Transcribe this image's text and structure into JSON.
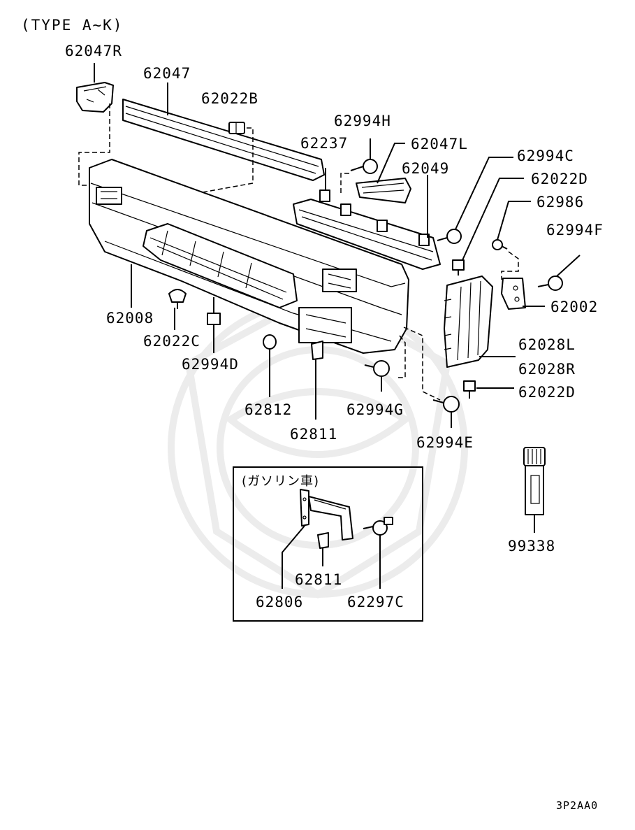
{
  "header": {
    "type_label": "(TYPE A~K)"
  },
  "labels": {
    "p62047R": "62047R",
    "p62047": "62047",
    "p62022B": "62022B",
    "p62994H": "62994H",
    "p62237": "62237",
    "p62047L": "62047L",
    "p62049": "62049",
    "p62994C": "62994C",
    "p62022D_a": "62022D",
    "p62986": "62986",
    "p62994F": "62994F",
    "p62002": "62002",
    "p62008": "62008",
    "p62022C": "62022C",
    "p62994D": "62994D",
    "p62812": "62812",
    "p62811_a": "62811",
    "p62994G": "62994G",
    "p62028L": "62028L",
    "p62028R": "62028R",
    "p62022D_b": "62022D",
    "p62994E": "62994E",
    "p99338": "99338"
  },
  "inset": {
    "title": "(ガソリン車)",
    "p62811": "62811",
    "p62806": "62806",
    "p62297C": "62297C"
  },
  "footer": {
    "code": "3P2AA0"
  }
}
